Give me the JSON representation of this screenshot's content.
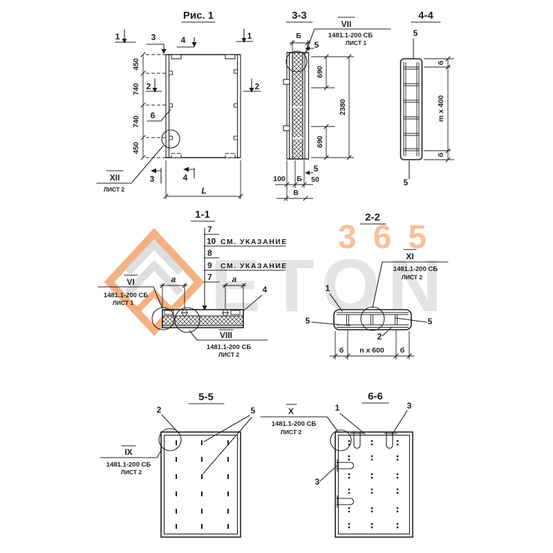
{
  "colors": {
    "ink": "#1c1c1c",
    "paper": "#ffffff",
    "wm_orange": "#f2a36f",
    "wm_light_orange": "#f8c19b",
    "wm_gray": "#e4e4e4"
  },
  "watermark": {
    "digits": "365",
    "word": "ETON",
    "logo": "beton-chevron-logo"
  },
  "fig1": {
    "title": "Рис. 1",
    "markers": {
      "m1l": "1",
      "m3t": "3",
      "m4t": "4",
      "m1r": "1",
      "m2l": "2",
      "m2r": "2",
      "m6": "6",
      "m3b": "3",
      "m4b": "4"
    },
    "dims": {
      "top450": "450",
      "upper740": "740",
      "lower740": "740",
      "bottom450": "450",
      "length": "L"
    },
    "callout_xii": {
      "roman": "XII",
      "sheet": "ЛИСТ 2"
    }
  },
  "section33": {
    "title": "3-3",
    "callout_vii": {
      "roman": "VII",
      "code": "1481.1-200 СБ",
      "sheet": "ЛИСТ 1"
    },
    "dims": {
      "b_top": "Б",
      "p5_top": "5",
      "d690a": "690",
      "d2380": "2380",
      "d690b": "690",
      "d100": "100",
      "b_bot": "Б",
      "p5_bot": "5",
      "d50": "50",
      "v": "В"
    }
  },
  "section44": {
    "title": "4-4",
    "labels": {
      "p5_top": "5",
      "p5_bot": "5"
    },
    "dims": {
      "b_top": "б",
      "mx400": "m x 400",
      "b_bot": "б"
    }
  },
  "section11": {
    "title": "1-1",
    "notes": [
      {
        "num": "7",
        "text": ""
      },
      {
        "num": "10",
        "text": "СМ. УКАЗАНИЕ"
      },
      {
        "num": "8",
        "text": ""
      },
      {
        "num": "9",
        "text": "СМ. УКАЗАНИЕ"
      },
      {
        "num": "7",
        "text": ""
      }
    ],
    "dims": {
      "a_left": "a",
      "a_right": "a"
    },
    "label4": "4",
    "callout_vi": {
      "roman": "VI",
      "code": "1481.1-200 СБ",
      "sheet": "ЛИСТ 1"
    },
    "callout_viii": {
      "roman": "VIII",
      "code": "1481.1-200 СБ",
      "sheet": "ЛИСТ 2"
    }
  },
  "section22": {
    "title": "2-2",
    "labels": {
      "n1": "1",
      "p5_left": "5",
      "p5_right": "5",
      "n2": "2"
    },
    "dims": {
      "b_left": "б",
      "nx600": "n x 600",
      "b_right": "б"
    },
    "callout_xi": {
      "roman": "XI",
      "code": "1481.1-200 СБ",
      "sheet": "ЛИСТ 2"
    }
  },
  "section55": {
    "title": "5-5",
    "labels": {
      "n2": "2",
      "n5": "5"
    },
    "callout_ix": {
      "roman": "IX",
      "code": "1481.1-200 СБ",
      "sheet": "ЛИСТ 2"
    }
  },
  "section66": {
    "title": "6-6",
    "labels": {
      "n1": "1",
      "n3_top": "3",
      "n3_left": "3"
    },
    "callout_x": {
      "roman": "X",
      "code": "1481.1-200 СБ",
      "sheet": "ЛИСТ 2"
    }
  }
}
